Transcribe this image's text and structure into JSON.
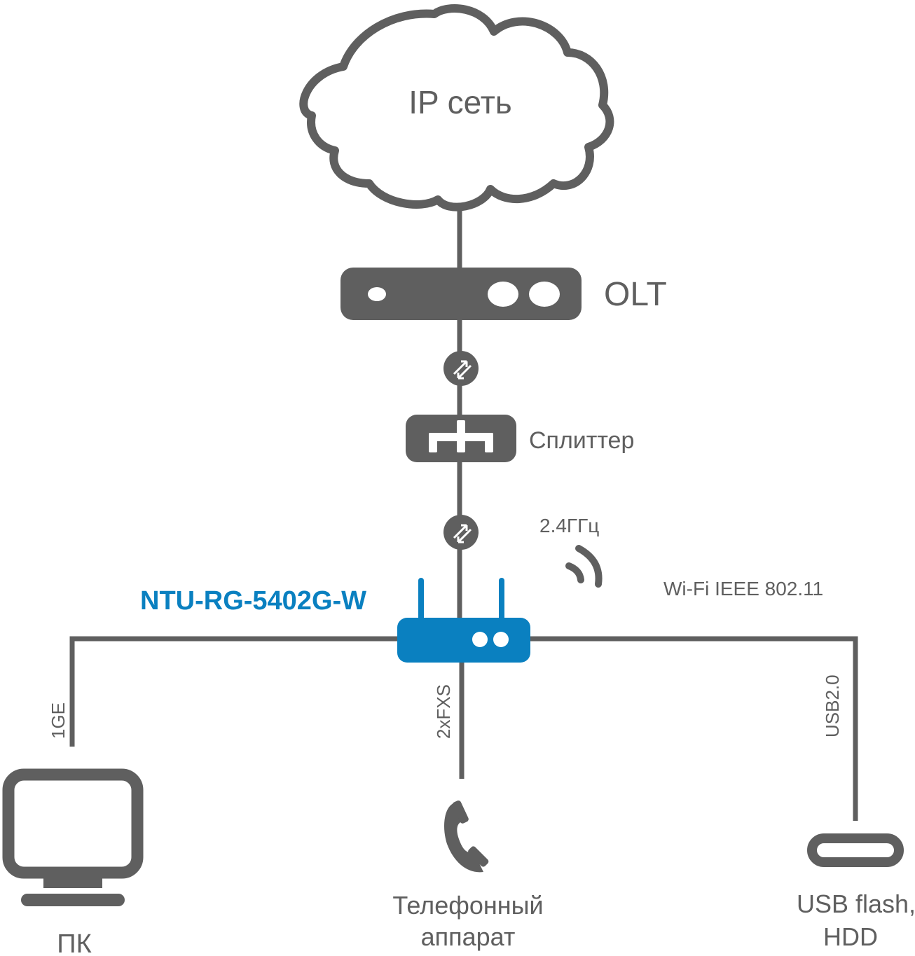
{
  "colors": {
    "gray": "#5f5f5f",
    "blue": "#0a80c0",
    "background": "#ffffff"
  },
  "cloud": {
    "label": "IP сеть",
    "icon": "cloud-icon"
  },
  "olt": {
    "label": "OLT",
    "icon": "olt-device-icon"
  },
  "fiber_connectors": [
    {
      "icon": "fiber-connector-icon"
    },
    {
      "icon": "fiber-connector-icon"
    }
  ],
  "splitter": {
    "label": "Сплиттер",
    "icon": "splitter-icon"
  },
  "router": {
    "label": "NTU-RG-5402G-W",
    "icon": "router-icon"
  },
  "wifi": {
    "frequency": "2.4ГГц",
    "standard": "Wi-Fi IEEE 802.11",
    "icon": "wifi-signal-icon"
  },
  "links": {
    "pc": "1GE",
    "phone": "2xFXS",
    "usb": "USB2.0"
  },
  "endpoints": {
    "pc": {
      "label": "ПК",
      "icon": "monitor-icon"
    },
    "phone": {
      "label_line1": "Телефонный",
      "label_line2": "аппарат",
      "icon": "phone-handset-icon"
    },
    "usb": {
      "label_line1": "USB flash,",
      "label_line2": "HDD",
      "icon": "usb-drive-icon"
    }
  }
}
